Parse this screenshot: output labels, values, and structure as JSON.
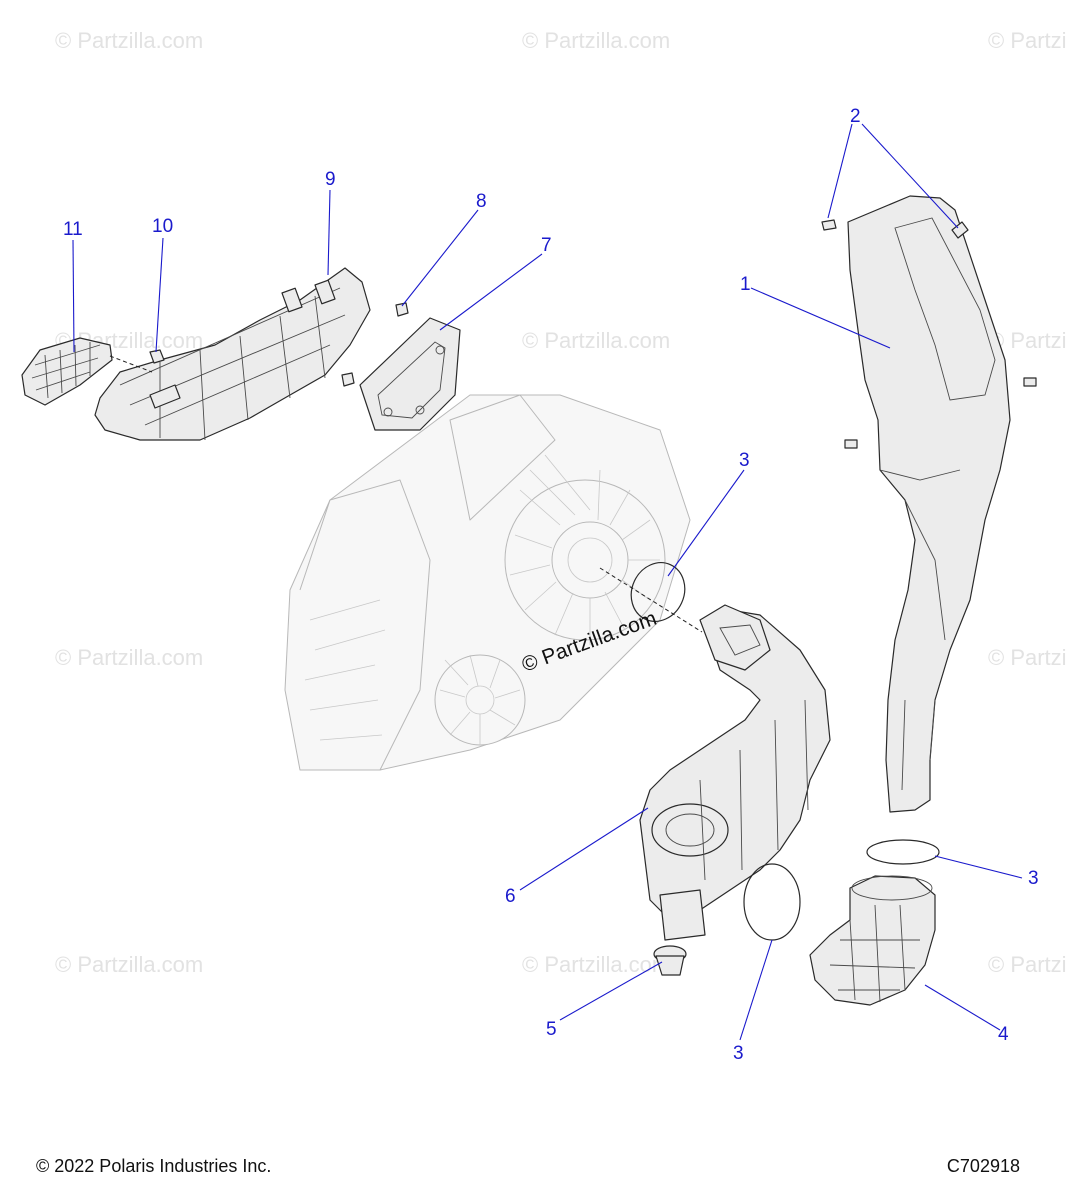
{
  "watermark": "© Partzilla.com",
  "center_watermark": "© Partzilla.com",
  "callouts": {
    "c1": "1",
    "c2": "2",
    "c3a": "3",
    "c3b": "3",
    "c3c": "3",
    "c4": "4",
    "c5": "5",
    "c6": "6",
    "c7": "7",
    "c8": "8",
    "c9": "9",
    "c10": "10",
    "c11": "11"
  },
  "footer": {
    "copyright": "© 2022 Polaris Industries Inc.",
    "figure_code": "C702918"
  },
  "colors": {
    "callout": "#1a1acc",
    "watermark": "#e2e2e2"
  }
}
